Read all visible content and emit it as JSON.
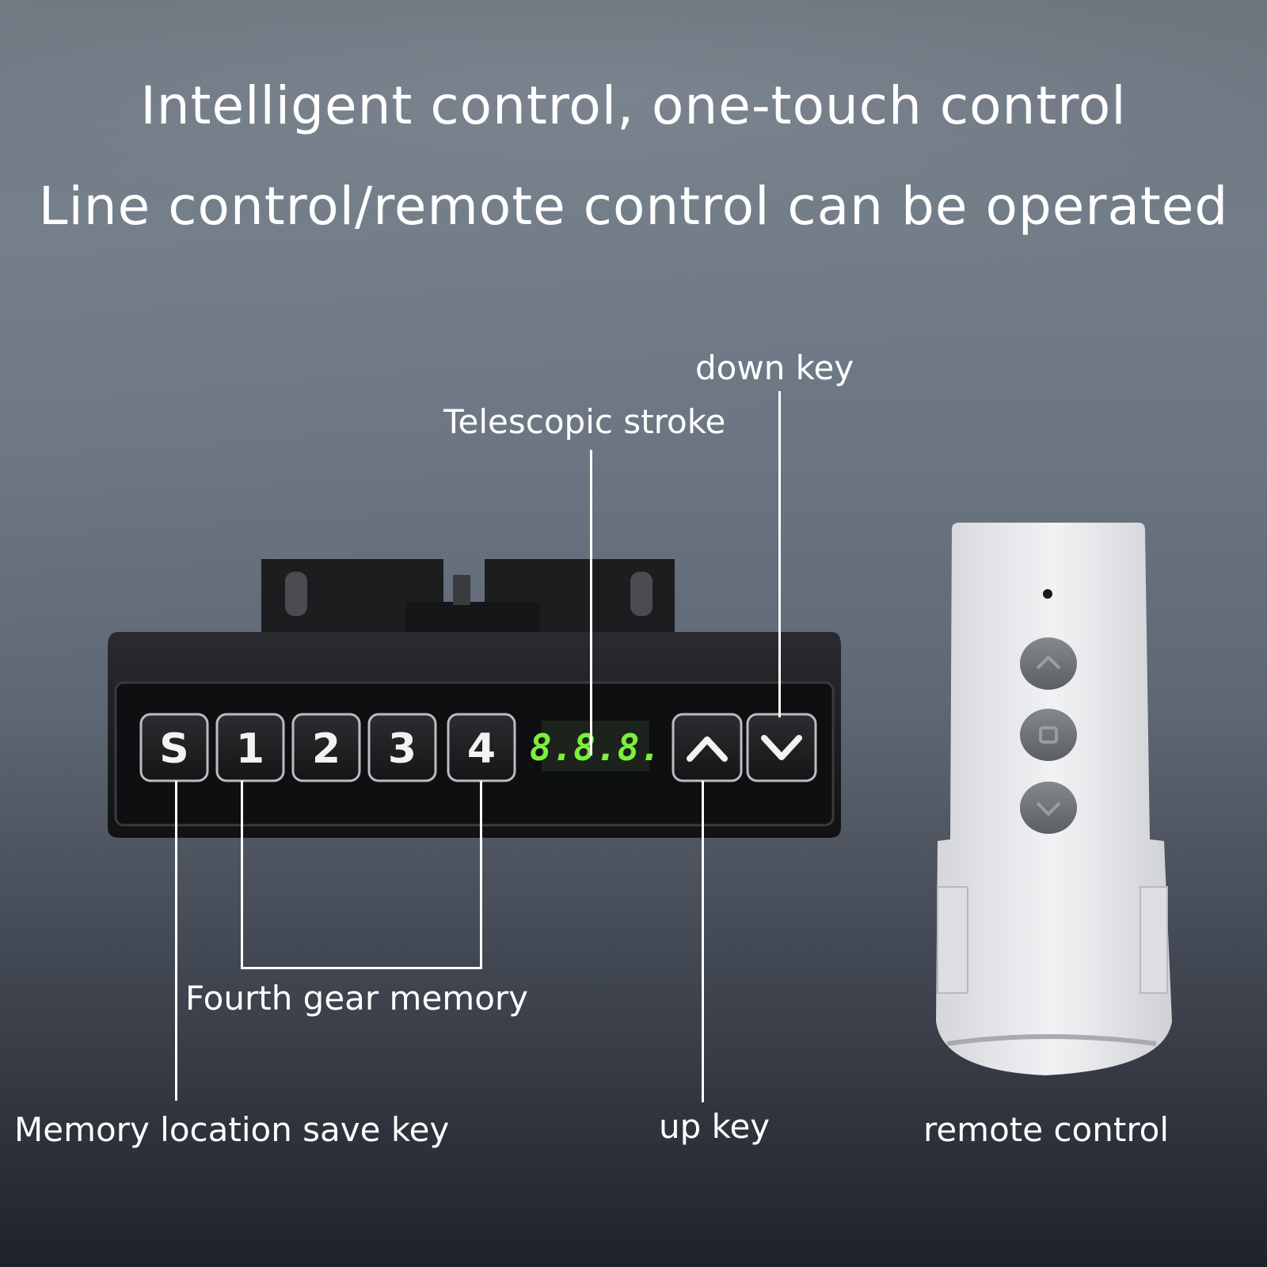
{
  "headline": {
    "line1": "Intelligent control, one-touch control",
    "line2": "Line control/remote control can be operated"
  },
  "labels": {
    "down_key": "down key",
    "telescopic_stroke": "Telescopic stroke",
    "fourth_gear_memory": "Fourth gear memory",
    "memory_location_save_key": "Memory location save key",
    "up_key": "up key",
    "remote_control": "remote control"
  },
  "controller": {
    "keys": [
      "S",
      "1",
      "2",
      "3",
      "4"
    ],
    "display": "8.8.8.",
    "up_icon": "chevron-up-icon",
    "down_icon": "chevron-down-icon"
  },
  "remote": {
    "buttons": [
      "up-arrow-icon",
      "stop-square-icon",
      "down-arrow-icon"
    ]
  },
  "colors": {
    "display_digits": "#7cf03a",
    "controller_body": "#1b1c1e",
    "remote_body": "#e9eaec",
    "remote_buttons": "#6f7276"
  }
}
